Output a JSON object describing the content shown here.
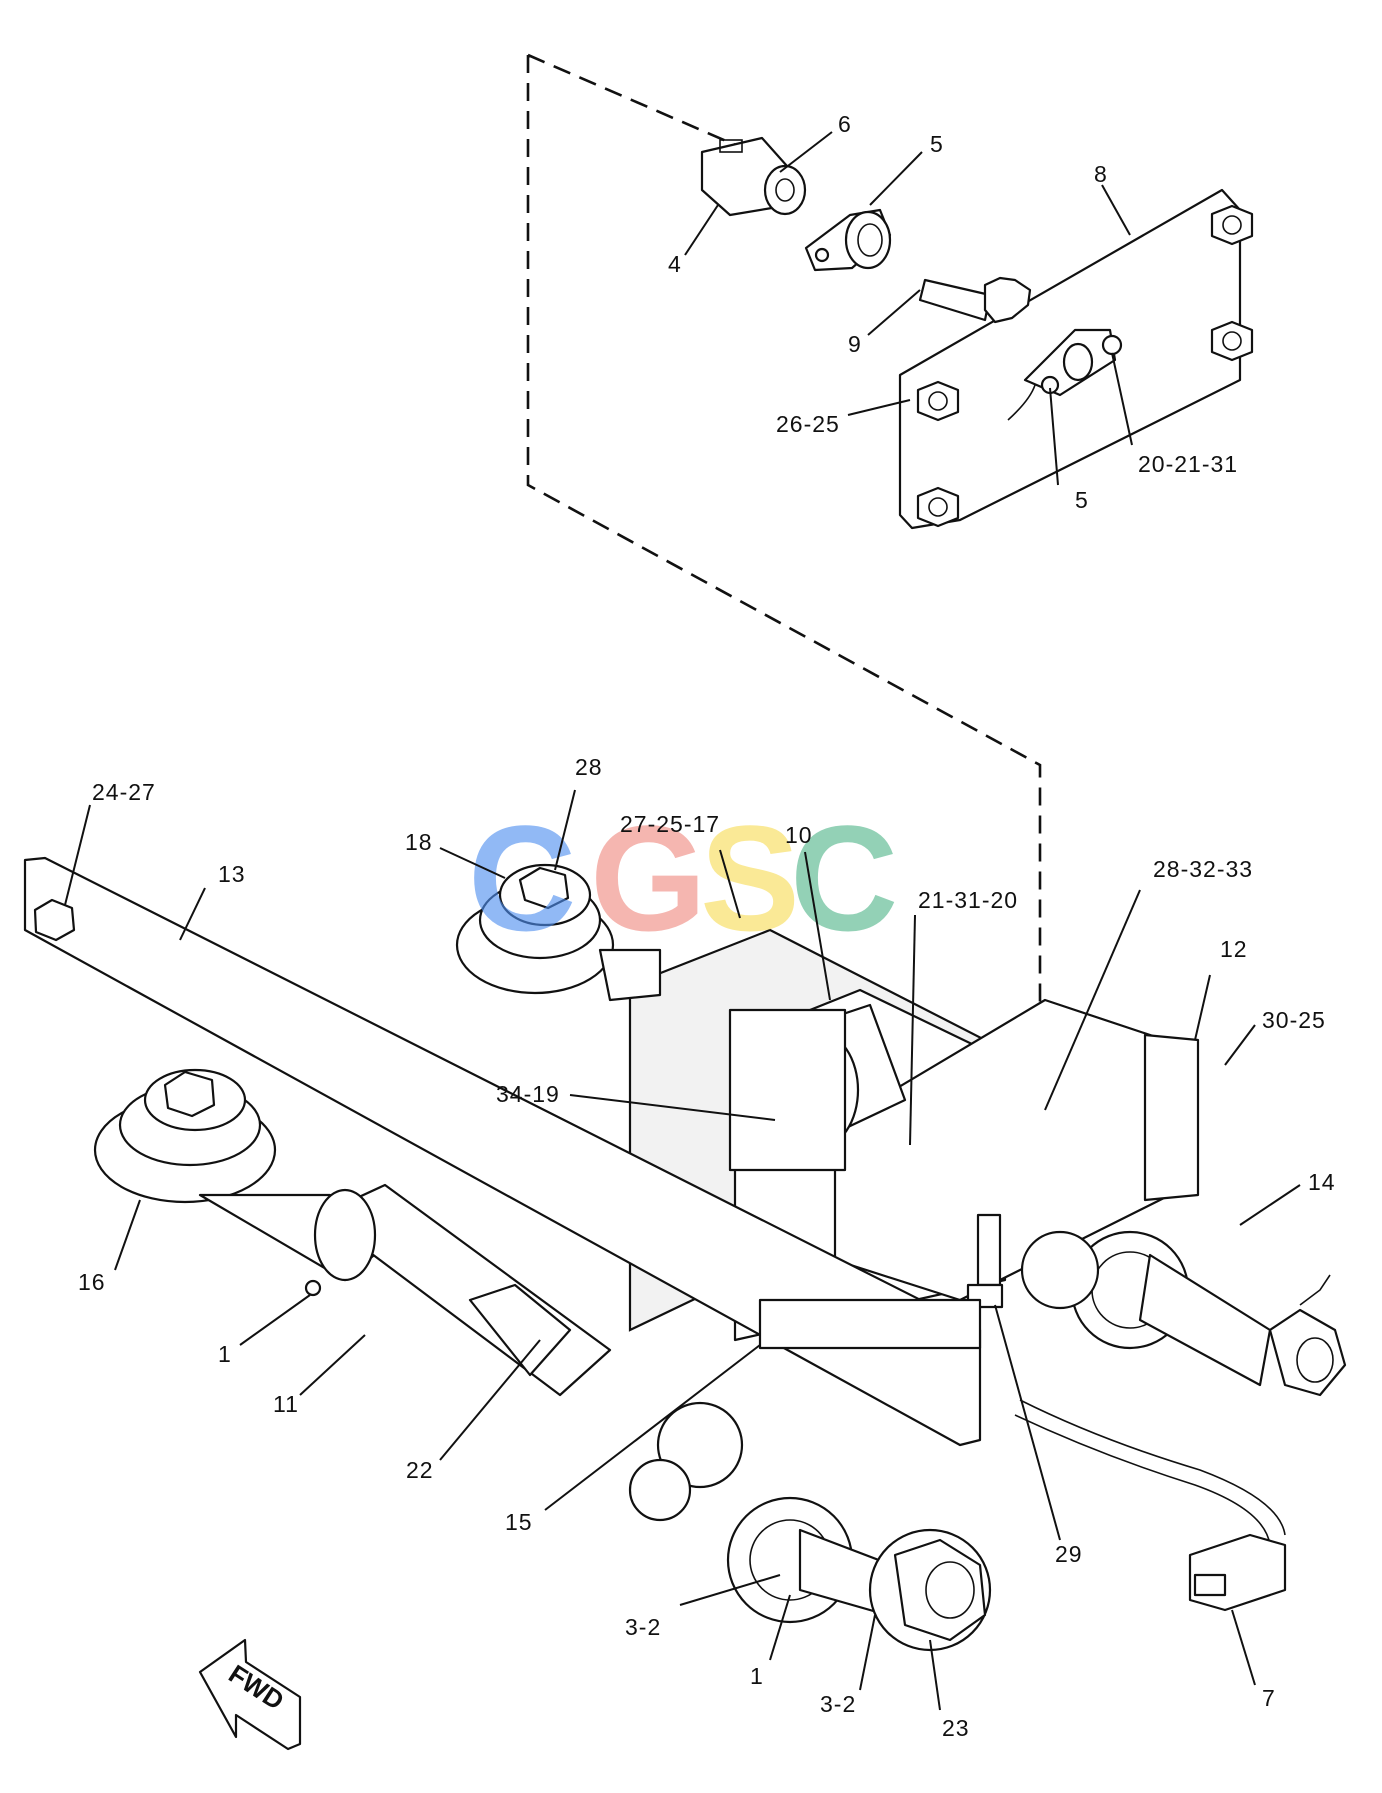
{
  "watermark": {
    "letters": [
      "C",
      "G",
      "S",
      "C"
    ],
    "colors": [
      "#4f8ff0",
      "#f08a80",
      "#f7dc56",
      "#52b58a"
    ]
  },
  "direction_label": "FWD",
  "callouts": {
    "c6": "6",
    "c5a": "5",
    "c8": "8",
    "c4": "4",
    "c9": "9",
    "c26_25": "26-25",
    "c5b": "5",
    "c20_21_31": "20-21-31",
    "c24_27": "24-27",
    "c28": "28",
    "c27_25_17": "27-25-17",
    "c10": "10",
    "c18": "18",
    "c13": "13",
    "c21_31_20": "21-31-20",
    "c28_32_33": "28-32-33",
    "c12": "12",
    "c30_25": "30-25",
    "c34_19": "34-19",
    "c14": "14",
    "c16": "16",
    "c1a": "1",
    "c11": "11",
    "c22": "22",
    "c15": "15",
    "c29": "29",
    "c3_2a": "3-2",
    "c1b": "1",
    "c3_2b": "3-2",
    "c23": "23",
    "c7": "7"
  }
}
